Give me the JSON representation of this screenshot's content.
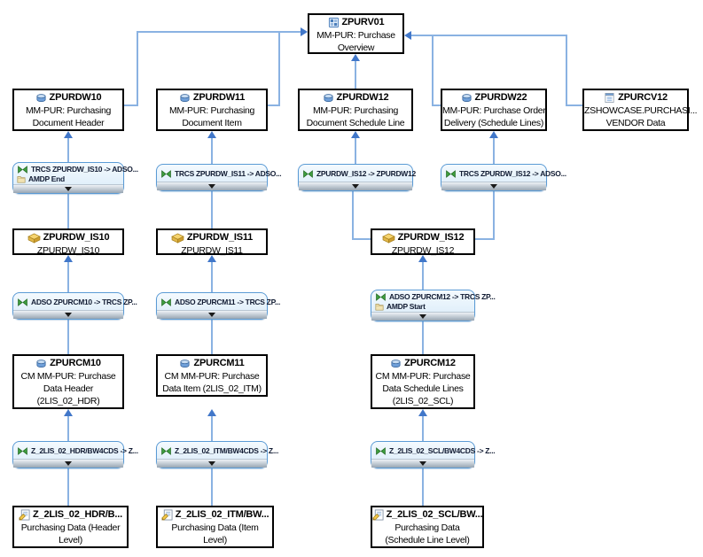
{
  "nodes": {
    "zpurv01": {
      "name": "ZPURV01",
      "icon": "compositeprovider-icon",
      "lines": [
        "MM-PUR: Purchase",
        "Overview"
      ]
    },
    "zpurdw10": {
      "name": "ZPURDW10",
      "icon": "adso-icon",
      "lines": [
        "MM-PUR: Purchasing",
        "Document Header"
      ]
    },
    "zpurdw11": {
      "name": "ZPURDW11",
      "icon": "adso-icon",
      "lines": [
        "MM-PUR: Purchasing",
        "Document Item"
      ]
    },
    "zpurdw12": {
      "name": "ZPURDW12",
      "icon": "adso-icon",
      "lines": [
        "MM-PUR: Purchasing",
        "Document Schedule Line"
      ]
    },
    "zpurdw22": {
      "name": "ZPURDW22",
      "icon": "adso-icon",
      "lines": [
        "MM-PUR: Purchase Order",
        "Delivery (Schedule Lines)"
      ]
    },
    "zpurcv12": {
      "name": "ZPURCV12",
      "icon": "openodsview-icon",
      "lines": [
        "ZSHOWCASE.PURCHASI...",
        "VENDOR Data"
      ]
    },
    "is10": {
      "name": "ZPURDW_IS10",
      "icon": "infosource-icon",
      "lines": [
        "ZPURDW_IS10"
      ]
    },
    "is11": {
      "name": "ZPURDW_IS11",
      "icon": "infosource-icon",
      "lines": [
        "ZPURDW_IS11"
      ]
    },
    "is12": {
      "name": "ZPURDW_IS12",
      "icon": "infosource-icon",
      "lines": [
        "ZPURDW_IS12"
      ]
    },
    "zpurcm10": {
      "name": "ZPURCM10",
      "icon": "adso-icon",
      "lines": [
        "CM MM-PUR: Purchase",
        "Data Header",
        "(2LIS_02_HDR)"
      ]
    },
    "zpurcm11": {
      "name": "ZPURCM11",
      "icon": "adso-icon",
      "lines": [
        "CM MM-PUR: Purchase",
        "Data Item (2LIS_02_ITM)"
      ]
    },
    "zpurcm12": {
      "name": "ZPURCM12",
      "icon": "adso-icon",
      "lines": [
        "CM MM-PUR: Purchase",
        "Data Schedule Lines",
        "(2LIS_02_SCL)"
      ]
    },
    "ds_hdr": {
      "name": "Z_2LIS_02_HDR/B...",
      "icon": "datasource-icon",
      "lines": [
        "Purchasing Data (Header",
        "Level)"
      ]
    },
    "ds_itm": {
      "name": "Z_2LIS_02_ITM/BW...",
      "icon": "datasource-icon",
      "lines": [
        "Purchasing Data (Item",
        "Level)"
      ]
    },
    "ds_scl": {
      "name": "Z_2LIS_02_SCL/BW...",
      "icon": "datasource-icon",
      "lines": [
        "Purchasing Data",
        "(Schedule Line Level)"
      ]
    }
  },
  "transforms": {
    "t1": {
      "rows": [
        {
          "icon": "transformation-icon",
          "text": "TRCS ZPURDW_IS10 -> ADSO..."
        },
        {
          "icon": "amdp-icon",
          "text": "AMDP End"
        }
      ]
    },
    "t2": {
      "rows": [
        {
          "icon": "transformation-icon",
          "text": "TRCS ZPURDW_IS11 -> ADSO..."
        }
      ]
    },
    "t3": {
      "rows": [
        {
          "icon": "transformation-icon",
          "text": "ZPURDW_IS12 -> ZPURDW12"
        }
      ]
    },
    "t4": {
      "rows": [
        {
          "icon": "transformation-icon",
          "text": "TRCS ZPURDW_IS12 -> ADSO..."
        }
      ]
    },
    "t5": {
      "rows": [
        {
          "icon": "transformation-icon",
          "text": "ADSO ZPURCM10 -> TRCS ZP..."
        }
      ]
    },
    "t6": {
      "rows": [
        {
          "icon": "transformation-icon",
          "text": "ADSO ZPURCM11 -> TRCS ZP..."
        }
      ]
    },
    "t7": {
      "rows": [
        {
          "icon": "transformation-icon",
          "text": "ADSO ZPURCM12 -> TRCS ZP..."
        },
        {
          "icon": "amdp-icon",
          "text": "AMDP Start"
        }
      ]
    },
    "t8": {
      "rows": [
        {
          "icon": "transformation-icon",
          "text": "Z_2LIS_02_HDR/BW4CDS -> Z..."
        }
      ]
    },
    "t9": {
      "rows": [
        {
          "icon": "transformation-icon",
          "text": "Z_2LIS_02_ITM/BW4CDS -> Z..."
        }
      ]
    },
    "t10": {
      "rows": [
        {
          "icon": "transformation-icon",
          "text": "Z_2LIS_02_SCL/BW4CDS -> Z..."
        }
      ]
    }
  },
  "colors": {
    "connector_line": "#8ab2e2",
    "arrowhead": "#4177c9",
    "node_border": "#000000",
    "transform_border": "#5b9bd5",
    "transform_fill": "#e3f0fb"
  }
}
